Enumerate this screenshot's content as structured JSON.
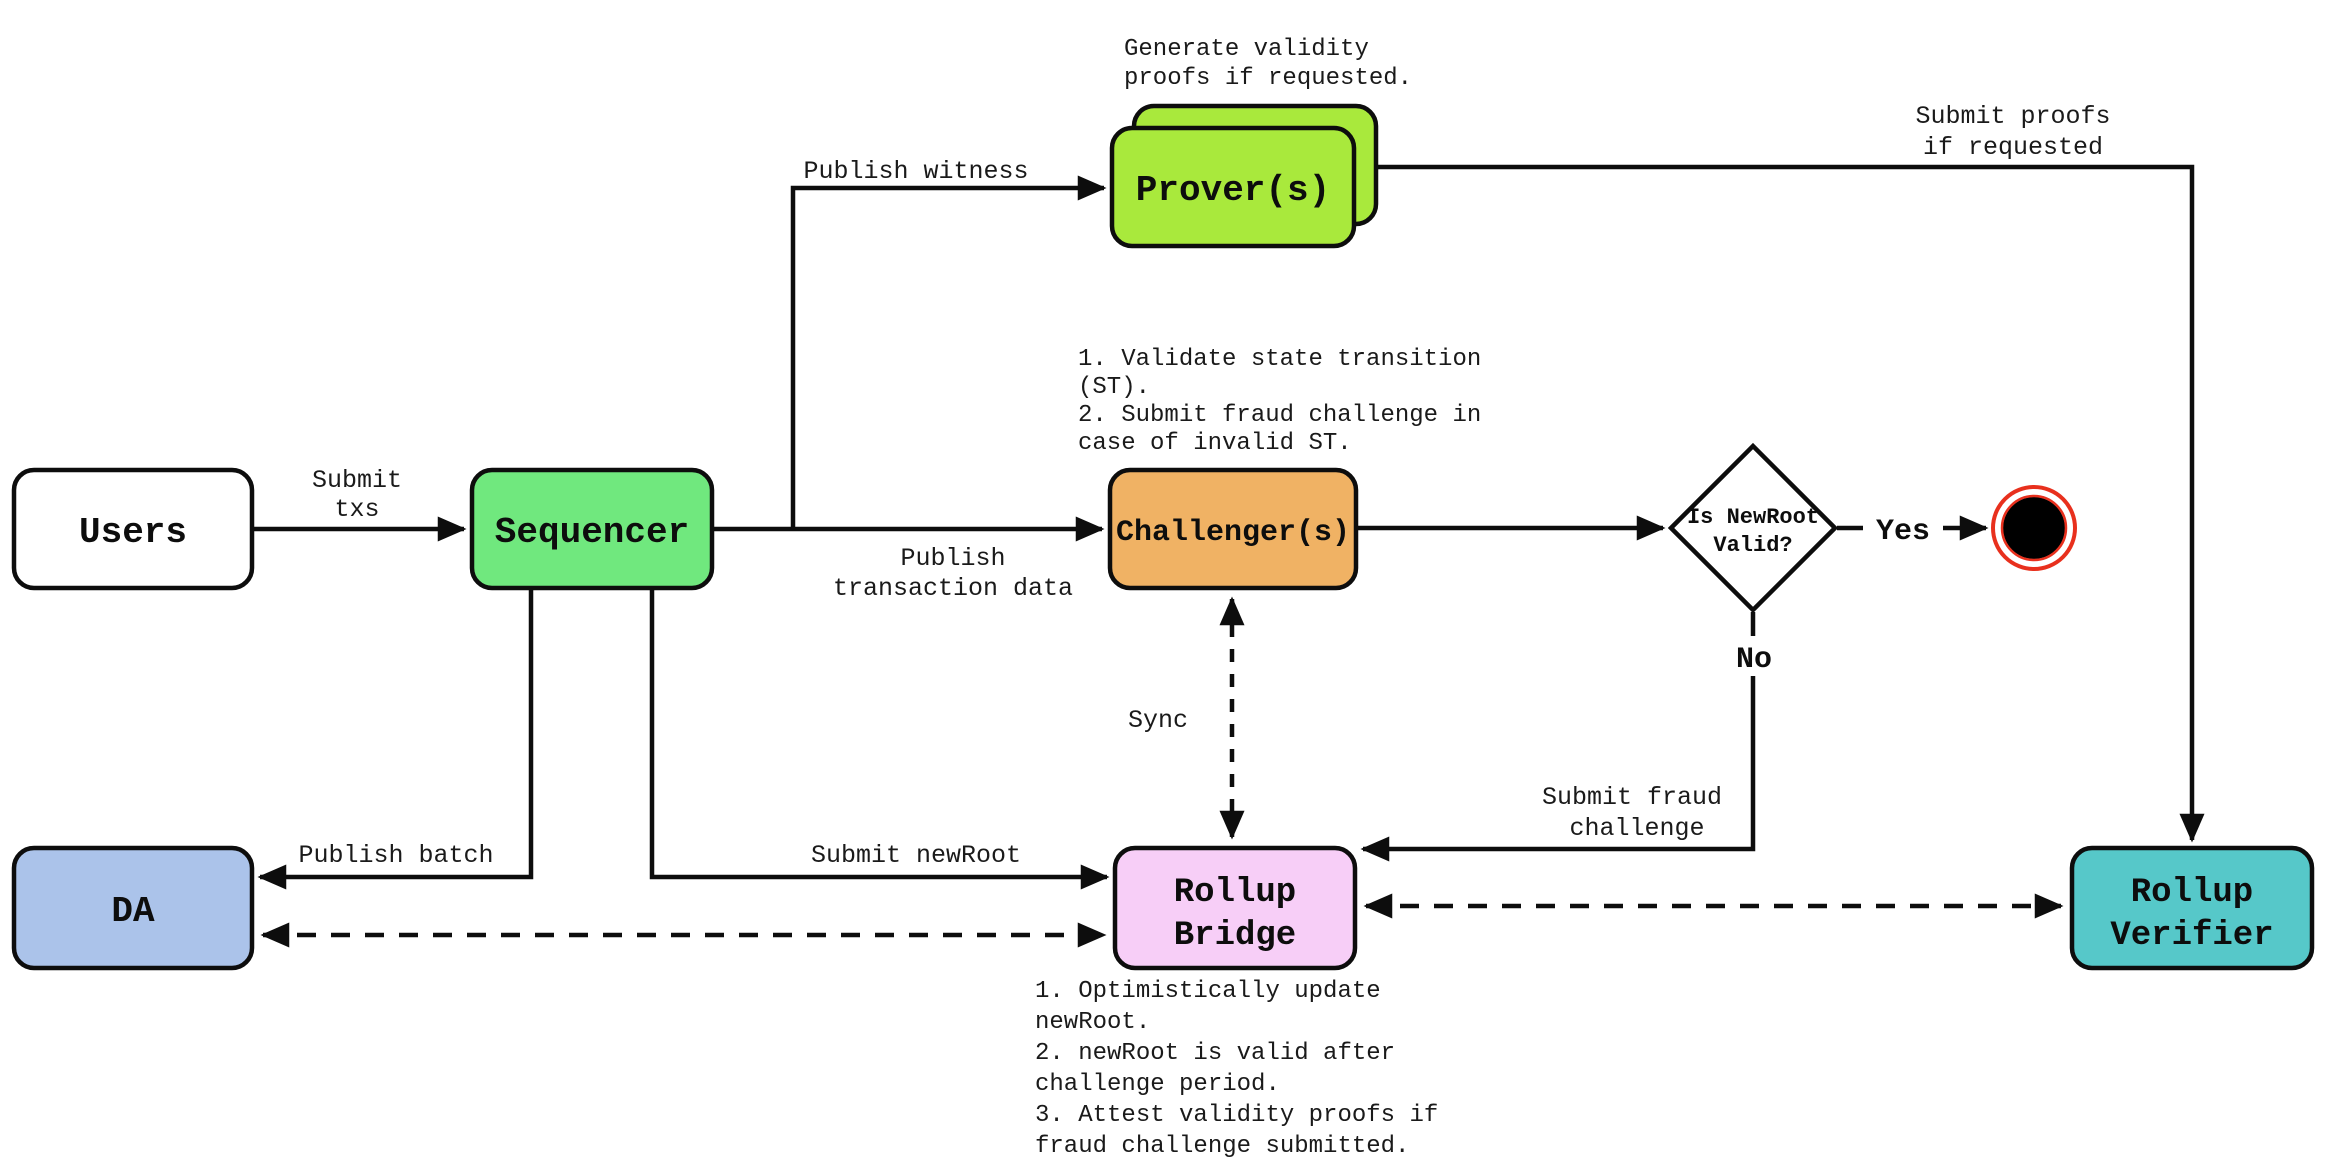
{
  "nodes": {
    "users": {
      "label": "Users",
      "fill": "#ffffff"
    },
    "sequencer": {
      "label": "Sequencer",
      "fill": "#70e87e"
    },
    "provers": {
      "label": "Prover(s)",
      "fill": "#a9e93c"
    },
    "challengers": {
      "label": "Challenger(s)",
      "fill": "#f0b264"
    },
    "da": {
      "label": "DA",
      "fill": "#abc3ea"
    },
    "rollup_bridge": {
      "label_line1": "Rollup",
      "label_line2": "Bridge",
      "fill": "#f7cef7"
    },
    "rollup_verifier": {
      "label_line1": "Rollup",
      "label_line2": "Verifier",
      "fill": "#56c8c9"
    },
    "decision": {
      "label_line1": "Is NewRoot",
      "label_line2": "Valid?",
      "fill": "#ffffff"
    },
    "end_node": {
      "ring_color": "#e8301d",
      "core_color": "#000000"
    }
  },
  "edge_labels": {
    "submit_txs_line1": "Submit",
    "submit_txs_line2": "txs",
    "publish_witness": "Publish witness",
    "publish_transaction_data_line1": "Publish",
    "publish_transaction_data_line2": "transaction data",
    "submit_proofs_line1": "Submit proofs",
    "submit_proofs_line2": "if requested",
    "publish_batch": "Publish batch",
    "submit_newroot": "Submit newRoot",
    "sync": "Sync",
    "submit_fraud_challenge_line1": "Submit fraud",
    "submit_fraud_challenge_line2": "challenge",
    "yes": "Yes",
    "no": "No"
  },
  "notes": {
    "prover_note": [
      "Generate validity",
      "proofs if requested."
    ],
    "challenger_note": [
      "1. Validate state transition",
      "(ST).",
      "2. Submit fraud challenge in",
      "case of invalid ST."
    ],
    "bridge_note": [
      "1. Optimistically update",
      "newRoot.",
      "2. newRoot is valid after",
      "challenge period.",
      "3. Attest validity proofs if",
      "fraud challenge submitted."
    ]
  }
}
